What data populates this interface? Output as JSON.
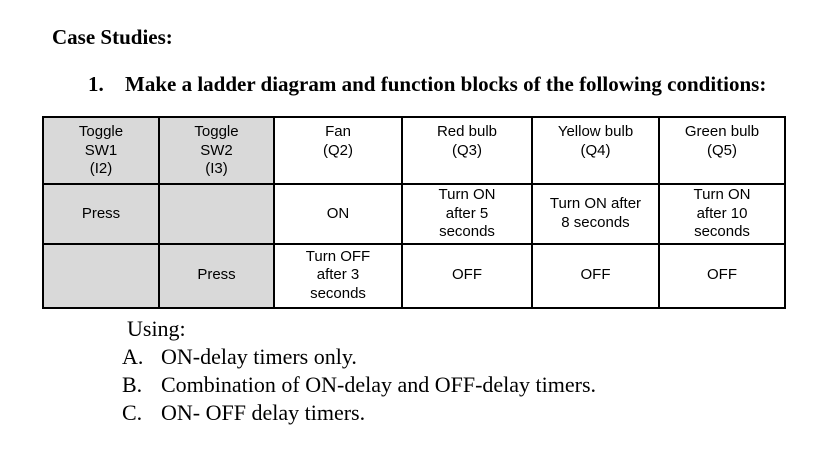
{
  "document": {
    "heading": "Case Studies:",
    "question": {
      "number": "1.",
      "text": "Make a ladder diagram and function blocks of the following conditions:"
    }
  },
  "table": {
    "header": [
      "Toggle\nSW1\n(I2)",
      "Toggle\nSW2\n(I3)",
      "Fan\n(Q2)",
      "Red bulb\n(Q3)",
      "Yellow bulb\n(Q4)",
      "Green bulb\n(Q5)"
    ],
    "rows": [
      [
        "Press",
        "",
        "ON",
        "Turn ON\nafter 5\nseconds",
        "Turn ON after\n8 seconds",
        "Turn ON\nafter 10\nseconds"
      ],
      [
        "",
        "Press",
        "Turn OFF\nafter 3\nseconds",
        "OFF",
        "OFF",
        "OFF"
      ]
    ]
  },
  "using": {
    "label": "Using:",
    "options": [
      {
        "letter": "A.",
        "text": "ON-delay timers only."
      },
      {
        "letter": "B.",
        "text": "Combination of ON-delay and OFF-delay timers."
      },
      {
        "letter": "C.",
        "text": "ON- OFF delay timers."
      }
    ]
  },
  "colors": {
    "cell_shade": "#d9d9d9",
    "table_border": "#000000",
    "text": "#000000",
    "background": "#ffffff"
  }
}
